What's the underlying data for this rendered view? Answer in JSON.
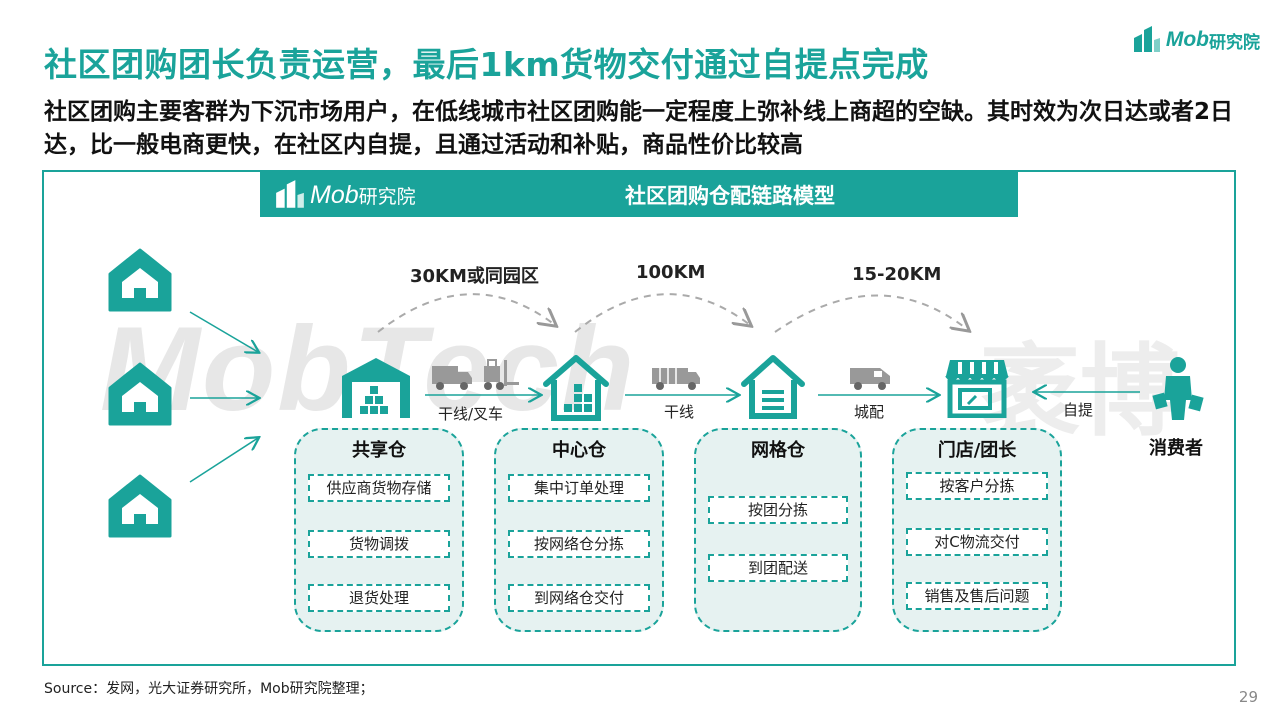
{
  "title": "社区团购团长负责运营，最后1km货物交付通过自提点完成",
  "subtitle": "社区团购主要客群为下沉市场用户，在低线城市社区团购能一定程度上弥补线上商超的空缺。其时效为次日达或者2日达，比一般电商更快，在社区内自提，且通过活动和补贴，商品性价比较高",
  "logo": {
    "brand": "Mob",
    "suffix": "研究院"
  },
  "diagram_title": "社区团购仓配链路模型",
  "watermark": {
    "latin": "MobTech",
    "cjk": "袤博"
  },
  "distances": [
    "30KM或同园区",
    "100KM",
    "15-20KM"
  ],
  "transports": [
    "干线/叉车",
    "干线",
    "城配",
    "自提"
  ],
  "nodes": [
    {
      "name": "共享仓",
      "items": [
        "供应商货物存储",
        "货物调拨",
        "退货处理"
      ]
    },
    {
      "name": "中心仓",
      "items": [
        "集中订单处理",
        "按网络仓分拣",
        "到网络仓交付"
      ]
    },
    {
      "name": "网格仓",
      "items": [
        "按团分拣",
        "到团配送"
      ]
    },
    {
      "name": "门店/团长",
      "items": [
        "按客户分拣",
        "对C物流交付",
        "销售及售后问题"
      ]
    }
  ],
  "consumer": "消费者",
  "colors": {
    "accent": "#1aa39a",
    "box_fill": "#e6f2f1"
  },
  "icons": [
    "house-icon",
    "warehouse-icon",
    "truck-icon",
    "forklift-icon",
    "home-icon",
    "grid-warehouse-icon",
    "van-icon",
    "store-icon",
    "consumer-icon"
  ],
  "source": "Source：发网，光大证券研究所，Mob研究院整理；",
  "page_number": "29"
}
